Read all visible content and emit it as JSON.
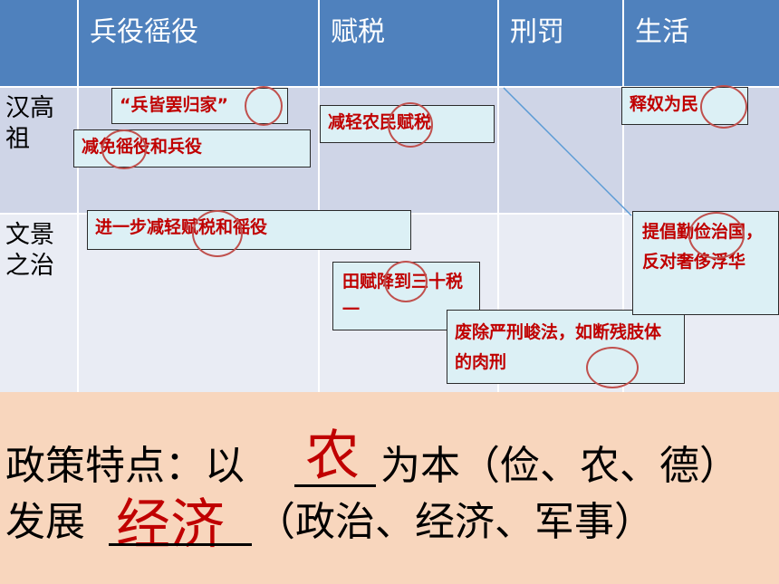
{
  "table": {
    "columns": [
      "",
      "兵役徭役",
      "赋税",
      "刑罚",
      "生活"
    ],
    "rows": [
      {
        "label": "汉高祖",
        "label_lines": [
          "汉高",
          "祖"
        ]
      },
      {
        "label": "文景之治",
        "label_lines": [
          "文景",
          "之治"
        ]
      }
    ]
  },
  "boxes": {
    "han_soldiers_home": "“兵皆罢归家”",
    "han_exempt_corvee": "减免徭役和兵役",
    "han_reduce_tax": "减轻农民赋税",
    "han_free_slaves": "释奴为民",
    "wj_further_reduce": "进一步减轻赋税和徭役",
    "wj_field_tax": "田赋降到三十税一",
    "wj_abolish_punishment": "废除严刑峻法，如断残肢体的肉刑",
    "wj_frugality": "提倡勤俭治国，反对奢侈浮华"
  },
  "summary": {
    "line1_prefix": "政策特点：以",
    "line1_answer": "农",
    "line1_suffix": "为本（俭、农、德）",
    "line2_prefix": "发展",
    "line2_answer": "经济",
    "line2_suffix": "（政治、经济、军事）"
  },
  "colors": {
    "header_bg": "#4f81bd",
    "row_bg_1": "#cfd5e7",
    "row_bg_2": "#e9ecf4",
    "box_bg": "#dcf0f5",
    "box_text": "#c00000",
    "circle": "#c0504d",
    "bottom_bg": "#f8d6bd",
    "answer_text": "#c00000"
  }
}
